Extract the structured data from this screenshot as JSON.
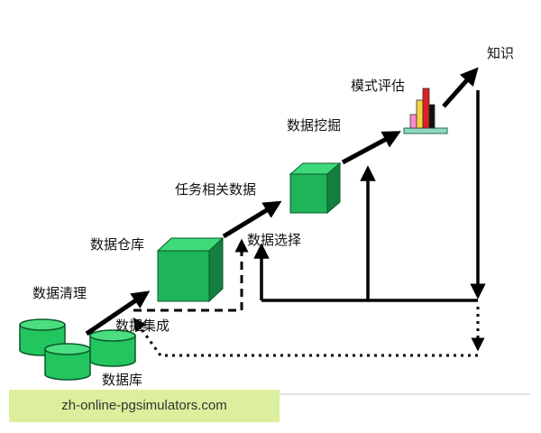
{
  "labels": {
    "knowledge": "知识",
    "pattern_evaluation": "模式评估",
    "data_mining": "数据挖掘",
    "task_relevant_data": "任务相关数据",
    "data_selection": "数据选择",
    "data_warehouse": "数据仓库",
    "data_cleaning": "数据清理",
    "data_integration": "数据集成",
    "databases": "数据库"
  },
  "watermark": "zh-online-pgsimulators.com",
  "colors": {
    "cube_front": "#1fb35a",
    "cube_top": "#3fd97a",
    "cube_side": "#14803f",
    "cylinder_body": "#22c55e",
    "cylinder_top": "#4ade80",
    "arrow": "#000000",
    "bar_pink": "#ff88cc",
    "bar_yellow": "#f5d442",
    "bar_red": "#e02020",
    "bar_black": "#111111",
    "chart_base": "#8fd9c0",
    "watermark_bg": "#dcef9c"
  }
}
